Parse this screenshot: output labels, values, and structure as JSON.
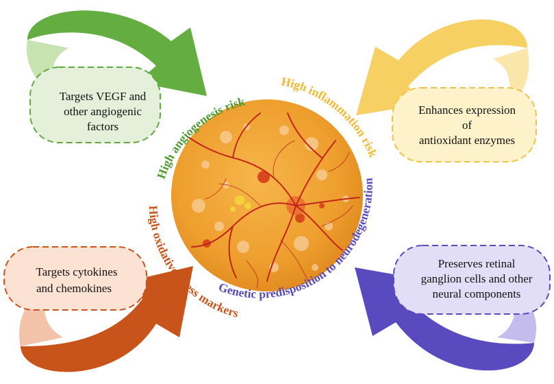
{
  "colors": {
    "green": "#5aa63a",
    "yellow": "#f3c44f",
    "orange": "#c9541b",
    "purple": "#5a4abf",
    "retina_base": "#efa22f",
    "vessel": "#c2261a"
  },
  "retina": {
    "icon": "retina-fundus-icon"
  },
  "risk_labels": {
    "angiogenesis": "High angiogenesis risk",
    "inflammation": "High inflammation risk",
    "oxidative": "High oxidative stress markers",
    "neuro": "Genetic predisposition to neurodegeneration"
  },
  "boxes": {
    "green": {
      "lines": [
        "Targets VEGF and",
        "other angiogenic",
        "factors"
      ]
    },
    "yellow": {
      "lines": [
        "Enhances expression",
        "of",
        "antioxidant enzymes"
      ]
    },
    "orange": {
      "lines": [
        "Targets cytokines",
        "and chemokines"
      ]
    },
    "purple": {
      "lines": [
        "Preserves retinal",
        "ganglion cells and other",
        "neural components"
      ]
    }
  }
}
